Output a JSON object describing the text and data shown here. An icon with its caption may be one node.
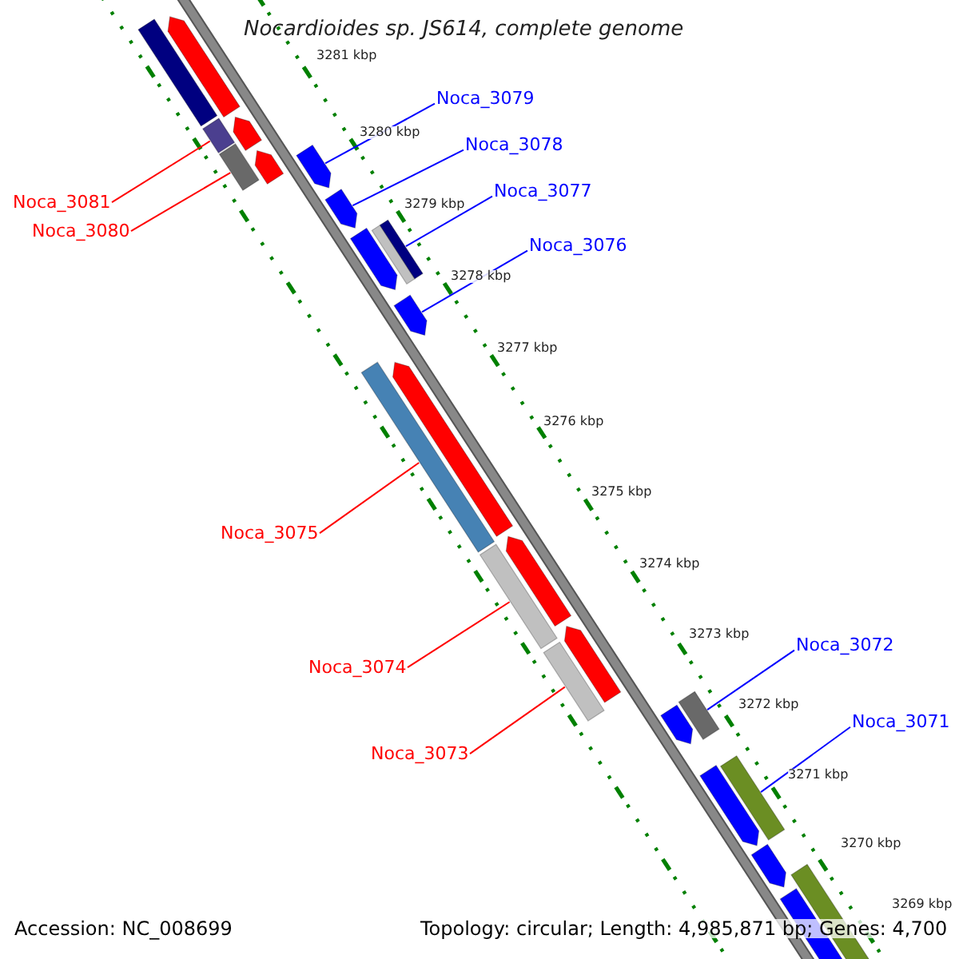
{
  "diagram": {
    "title": "Nocardioides sp. JS614, complete genome",
    "nodes": [
      {
        "text": [
          "Noca_3079"
        ]
      },
      {
        "text": [
          "Noca_3078"
        ]
      },
      {
        "text": [
          "Noca_3077"
        ]
      },
      {
        "text": [
          "Noca_3081"
        ]
      },
      {
        "text": [
          "Noca_3080"
        ]
      },
      {
        "text": [
          "Noca_3076"
        ]
      },
      {
        "text": [
          "Noca_3075"
        ]
      },
      {
        "text": [
          "Noca_3072"
        ]
      },
      {
        "text": [
          "Noca_3074"
        ]
      },
      {
        "text": [
          "Noca_3071"
        ]
      },
      {
        "text": [
          "Noca_3073"
        ]
      },
      {
        "text": [],
        "shape": "bar"
      },
      {
        "text": [],
        "shape": "pentagon"
      },
      {
        "text": [],
        "shape": "bar"
      },
      {
        "text": [],
        "shape": "pentagon"
      },
      {
        "text": [],
        "shape": "bar"
      },
      {
        "text": [],
        "shape": "pentagon"
      },
      {
        "text": [],
        "shape": "pentagon"
      },
      {
        "text": [],
        "shape": "pentagon"
      },
      {
        "text": [],
        "shape": "pentagon"
      },
      {
        "text": [],
        "shape": "bar"
      },
      {
        "text": [],
        "shape": "bar"
      },
      {
        "text": [],
        "shape": "pentagon"
      },
      {
        "text": [],
        "shape": "bar"
      },
      {
        "text": [],
        "shape": "pentagon"
      },
      {
        "text": [],
        "shape": "bar"
      },
      {
        "text": [],
        "shape": "pentagon"
      },
      {
        "text": [],
        "shape": "bar"
      },
      {
        "text": [],
        "shape": "pentagon"
      },
      {
        "text": [],
        "shape": "bar"
      },
      {
        "text": [],
        "shape": "pentagon"
      },
      {
        "text": [],
        "shape": "bar"
      },
      {
        "text": [],
        "shape": "pentagon"
      },
      {
        "text": [],
        "shape": "pentagon"
      },
      {
        "text": [],
        "shape": "bar"
      },
      {
        "text": [],
        "shape": "pentagon"
      }
    ],
    "edges": [
      {
        "from": 0,
        "to": 17,
        "arrow": "none"
      },
      {
        "from": 1,
        "to": 18,
        "arrow": "none"
      },
      {
        "from": 2,
        "to": 21,
        "arrow": "none"
      },
      {
        "from": 3,
        "to": 13,
        "arrow": "none",
        "color": "#ff0000"
      },
      {
        "from": 4,
        "to": 15,
        "arrow": "none",
        "color": "#ff0000"
      },
      {
        "from": 5,
        "to": 22,
        "arrow": "none"
      },
      {
        "from": 6,
        "to": 23,
        "arrow": "none",
        "color": "#ff0000"
      },
      {
        "from": 7,
        "to": 29,
        "arrow": "none"
      },
      {
        "from": 8,
        "to": 25,
        "arrow": "none",
        "color": "#ff0000"
      },
      {
        "from": 9,
        "to": 31,
        "arrow": "none"
      },
      {
        "from": 10,
        "to": 27,
        "arrow": "none",
        "color": "#ff0000"
      }
    ],
    "labels": [
      "3281 kbp",
      "3280 kbp",
      "3279 kbp",
      "3278 kbp",
      "3277 kbp",
      "3276 kbp",
      "3275 kbp",
      "3274 kbp",
      "3273 kbp",
      "3272 kbp",
      "3271 kbp",
      "3270 kbp",
      "3269 kbp",
      "Accession: NC_008699",
      "Topology: circular; Length: 4,985,871 bp; Genes: 4,700"
    ]
  }
}
